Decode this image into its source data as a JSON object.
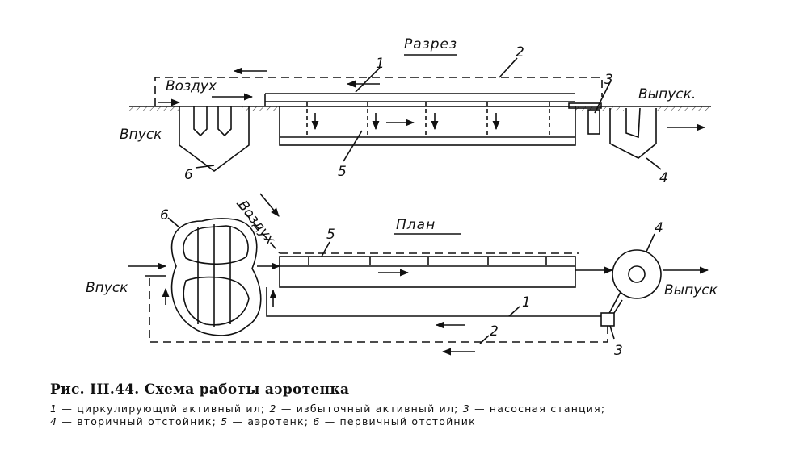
{
  "diagram": {
    "section_title": "Разрез",
    "plan_title": "План",
    "labels": {
      "air": "Воздух",
      "inlet": "Впуск",
      "outlet": "Выпуск",
      "outlet_section": "Выпуск."
    },
    "numbers": [
      "1",
      "2",
      "3",
      "4",
      "5",
      "6"
    ]
  },
  "caption": {
    "title": "Рис. III.44. Схема работы аэротенка",
    "legend": [
      {
        "key": "1",
        "text": " — циркулирующий активный ил; "
      },
      {
        "key": "2",
        "text": " — избыточный активный ил; "
      },
      {
        "key": "3",
        "text": " — насосная станция;"
      },
      {
        "key": "4",
        "text": " — вторичный отстойник; "
      },
      {
        "key": "5",
        "text": " — аэротенк; "
      },
      {
        "key": "6",
        "text": " — первичный отстойник"
      }
    ]
  }
}
